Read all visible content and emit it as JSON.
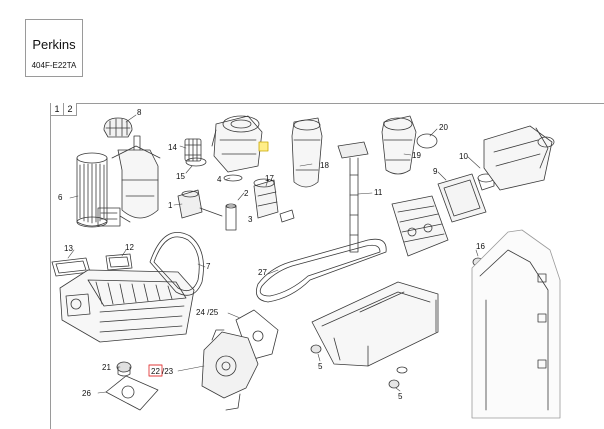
{
  "header": {
    "brand": "Perkins",
    "model": "404F-E22TA"
  },
  "tabs": [
    {
      "label": "1"
    },
    {
      "label": "2"
    }
  ],
  "colors": {
    "line": "#3a3a3a",
    "frame": "#9a9a9a",
    "highlight_fill": "#ffee88",
    "highlight_stroke": "#c9a600",
    "selected_box": "#e23a3a"
  },
  "callouts": {
    "c1": "1",
    "c2": "2",
    "c3": "3",
    "c4": "4",
    "c5a": "5",
    "c5b": "5",
    "c6": "6",
    "c7": "7",
    "c8": "8",
    "c9": "9",
    "c10": "10",
    "c11": "11",
    "c12": "12",
    "c13": "13",
    "c14": "14",
    "c15": "15",
    "c16": "16",
    "c17": "17",
    "c18": "18",
    "c19": "19",
    "c20": "20",
    "c21": "21",
    "c22": "22",
    "c23": "/23",
    "c24": "24 /25",
    "c26": "26",
    "c27": "27"
  }
}
